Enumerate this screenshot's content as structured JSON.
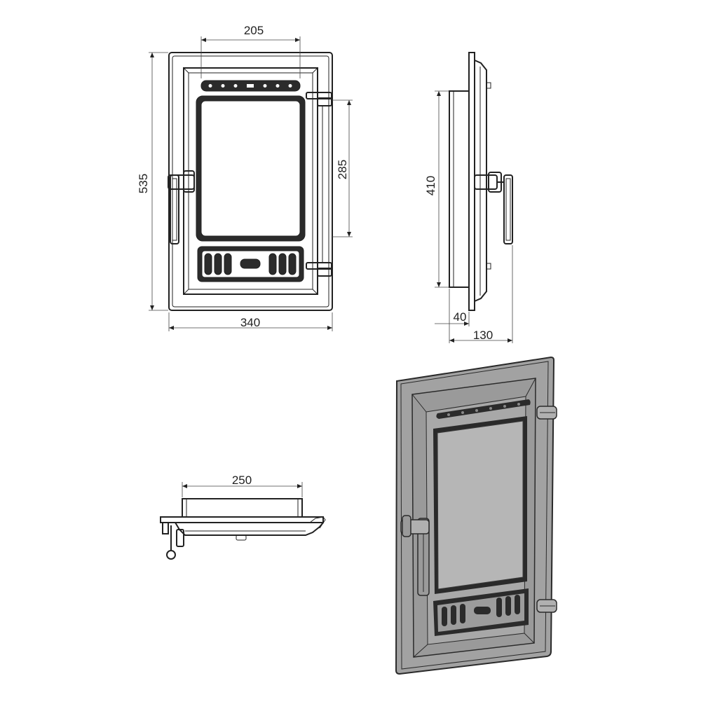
{
  "views": {
    "front": {
      "dim_top": "205",
      "dim_left": "535",
      "dim_right": "285",
      "dim_bottom": "340"
    },
    "side": {
      "dim_height": "410",
      "dim_depth_inner": "40",
      "dim_depth_total": "130"
    },
    "top": {
      "dim_width": "250"
    },
    "perspective": {
      "frame_color": "#a2a2a2",
      "glass_color": "#b6b6b6",
      "outline_color": "#2a2a2a"
    }
  }
}
